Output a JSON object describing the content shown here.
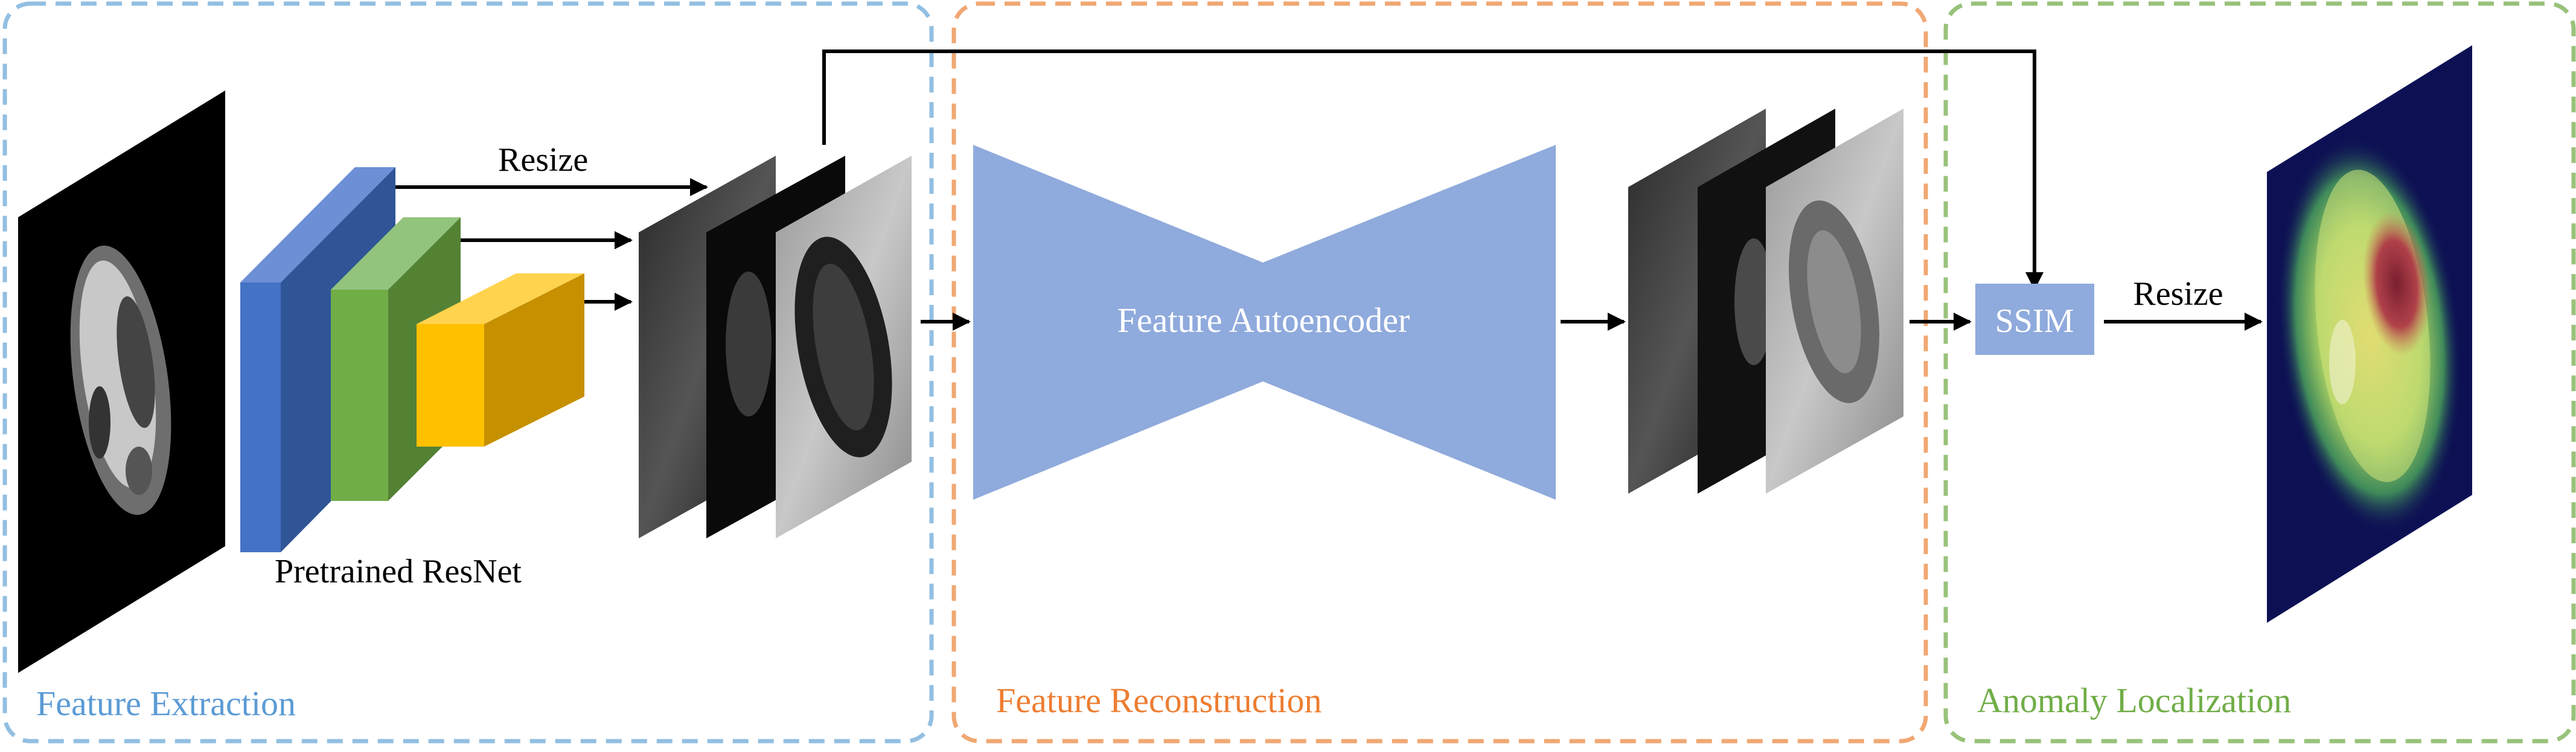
{
  "sections": {
    "extraction": {
      "label": "Feature Extraction",
      "color": "#92bfe2"
    },
    "reconstruction": {
      "label": "Feature Reconstruction",
      "color": "#f0a873"
    },
    "localization": {
      "label": "Anomaly Localization",
      "color": "#98c27a"
    }
  },
  "labels": {
    "resnet": "Pretrained ResNet",
    "resize_top": "Resize",
    "autoencoder": "Feature Autoencoder",
    "ssim": "SSIM",
    "resize_output": "Resize"
  },
  "colors": {
    "section_label_extraction": "#5b9bd5",
    "section_label_reconstruction": "#ed7d31",
    "section_label_localization": "#70ad47",
    "resnet_block_1": "#4472c4",
    "resnet_block_2": "#70ad47",
    "resnet_block_3": "#ffc000",
    "autoencoder": "#8faadc",
    "ssim_box": "#8faadc",
    "heatmap_background": "#0d1154"
  },
  "icons": [
    "brain-mri-input",
    "feature-map-stack",
    "reconstructed-feature-stack",
    "anomaly-heatmap"
  ]
}
